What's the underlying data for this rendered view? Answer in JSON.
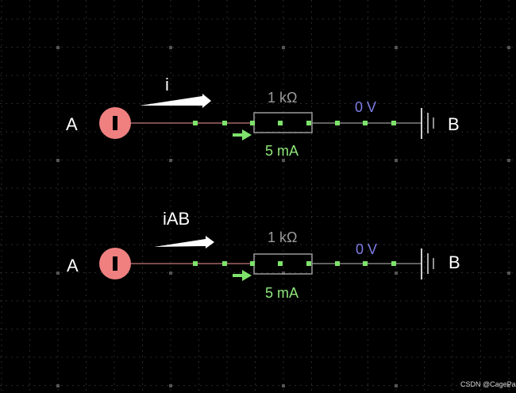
{
  "colors": {
    "background": "#000000",
    "grid_line": "#2a2a2a",
    "grid_dot": "#555555",
    "source_fill": "#f08080",
    "source_symbol": "#000000",
    "wire": "#c47a7a",
    "wire_gray": "#9a9a9a",
    "resistor": "#9a9a9a",
    "current_dot": "#7ee36b",
    "arrow_white": "#ffffff",
    "voltage_label": "#7d7de6",
    "current_label": "#8ee87a",
    "ground": "#cfcfcf"
  },
  "circuits": [
    {
      "node_a_label": "A",
      "node_b_label": "B",
      "current_arrow_label": "i",
      "resistor_label": "1 kΩ",
      "voltage_label": "0 V",
      "current_label": "5 mA",
      "source_icon": "current-source-icon",
      "ground_icon": "ground-icon"
    },
    {
      "node_a_label": "A",
      "node_b_label": "B",
      "current_arrow_label": "iAB",
      "resistor_label": "1 kΩ",
      "voltage_label": "0 V",
      "current_label": "5 mA",
      "source_icon": "current-source-icon",
      "ground_icon": "ground-icon"
    }
  ],
  "watermark": "CSDN @CagePan"
}
